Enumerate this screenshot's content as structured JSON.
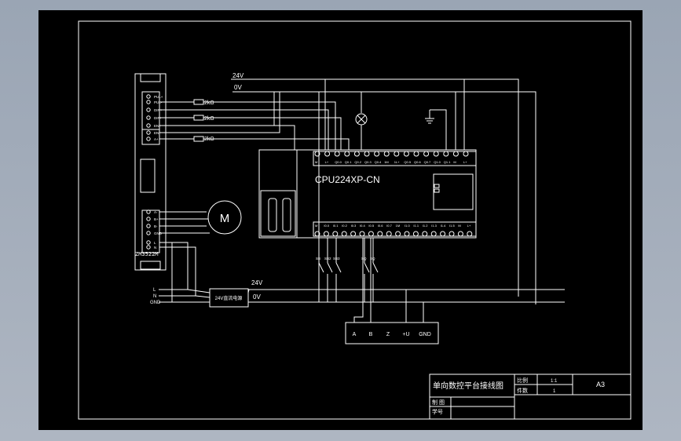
{
  "labels": {
    "supply_24v": "24V",
    "supply_0v": "0V",
    "cpu_model": "CPU224XP-CN",
    "motor": "M",
    "driver_model": "ZM3522M",
    "power_supply": "24V直流电源",
    "psu_24v": "24V",
    "psu_0v": "0V",
    "line_L": "L",
    "line_N": "N",
    "line_GND": "GND",
    "res1": "2kΩ",
    "res2": "2kΩ",
    "res3": "2kΩ",
    "driver_pins": [
      "PUL+",
      "PUL-",
      "DIR+",
      "DIR-",
      "EN+",
      "EN-",
      "A+",
      "A-",
      "B+",
      "B-",
      "GND",
      "L",
      "N"
    ],
    "cpu_top_pins": [
      "M",
      "L+",
      "Q0.0",
      "Q0.1",
      "Q0.2",
      "Q0.3",
      "Q0.4",
      "1M",
      "1L+",
      "Q0.5",
      "Q0.6",
      "Q0.7",
      "Q1.0",
      "Q1.1",
      "M",
      "L+"
    ],
    "cpu_bottom_pins": [
      "M",
      "I0.0",
      "I0.1",
      "I0.2",
      "I0.3",
      "I0.4",
      "I0.5",
      "I0.6",
      "I0.7",
      "1M",
      "I1.0",
      "I1.1",
      "I1.2",
      "I1.3",
      "I1.4",
      "I1.5",
      "M",
      "L+"
    ],
    "switch_labels": [
      "SB",
      "SB2",
      "SB3",
      "SQ",
      "SQ"
    ],
    "encoder_pins": [
      "A",
      "B",
      "Z",
      "+U",
      "GND"
    ]
  },
  "title_block": {
    "title": "单向数控平台接线图",
    "ratio_label": "比例",
    "ratio_value": "1:1",
    "count_label": "件数",
    "count_value": "1",
    "size": "A3",
    "drawn_label": "制 图",
    "student_label": "学号"
  }
}
